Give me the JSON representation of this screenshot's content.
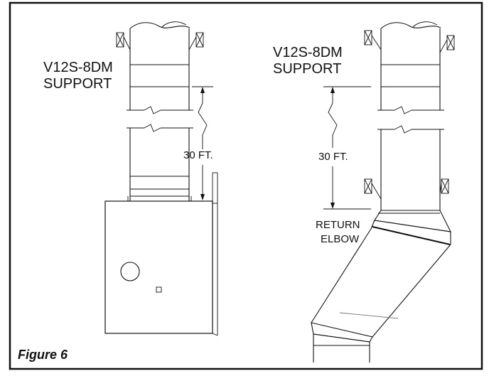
{
  "figure": {
    "caption": "Figure 6"
  },
  "left_diagram": {
    "support_label_line1": "V12S-8DM",
    "support_label_line2": "SUPPORT",
    "dimension_label": "30 FT."
  },
  "right_diagram": {
    "support_label_line1": "V12S-8DM",
    "support_label_line2": "SUPPORT",
    "dimension_label": "30 FT.",
    "elbow_label_line1": "RETURN",
    "elbow_label_line2": "ELBOW"
  }
}
